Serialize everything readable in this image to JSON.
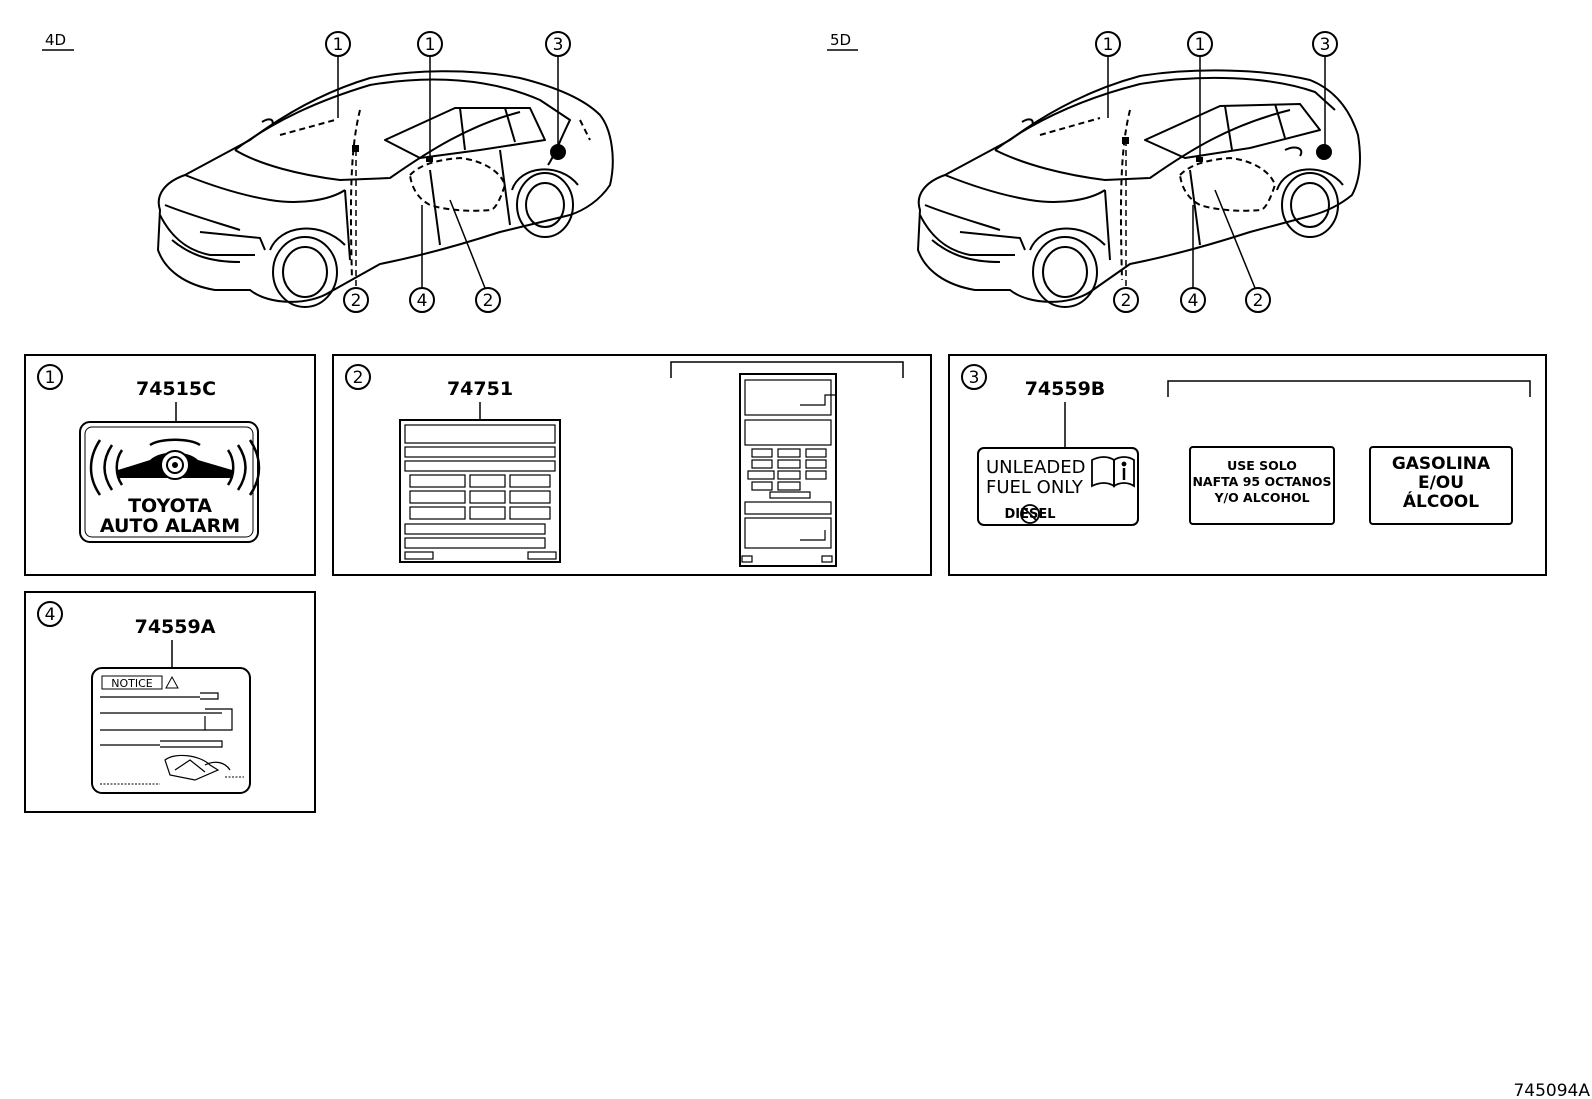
{
  "views": [
    {
      "label": "4D"
    },
    {
      "label": "5D"
    }
  ],
  "callouts": {
    "c1": "1",
    "c2": "2",
    "c3": "3",
    "c4": "4"
  },
  "panels": {
    "p1": {
      "index": "1",
      "part_no": "74515C",
      "label_lines": [
        "TOYOTA",
        "AUTO ALARM"
      ]
    },
    "p2": {
      "index": "2",
      "part_no": "74751"
    },
    "p3": {
      "index": "3",
      "part_no": "74559B",
      "label_a": [
        "UNLEADED",
        "FUEL ONLY"
      ],
      "label_a_crossed": "DIESEL",
      "label_b": [
        "USE SOLO",
        "NAFTA 95 OCTANOS",
        "Y/O ALCOHOL"
      ],
      "label_c": [
        "GASOLINA",
        "E/OU",
        "ÁLCOOL"
      ]
    },
    "p4": {
      "index": "4",
      "part_no": "74559A",
      "label_title": "NOTICE"
    }
  },
  "diagram_id": "745094A",
  "colors": {
    "ink": "#000000",
    "paper": "#ffffff"
  }
}
